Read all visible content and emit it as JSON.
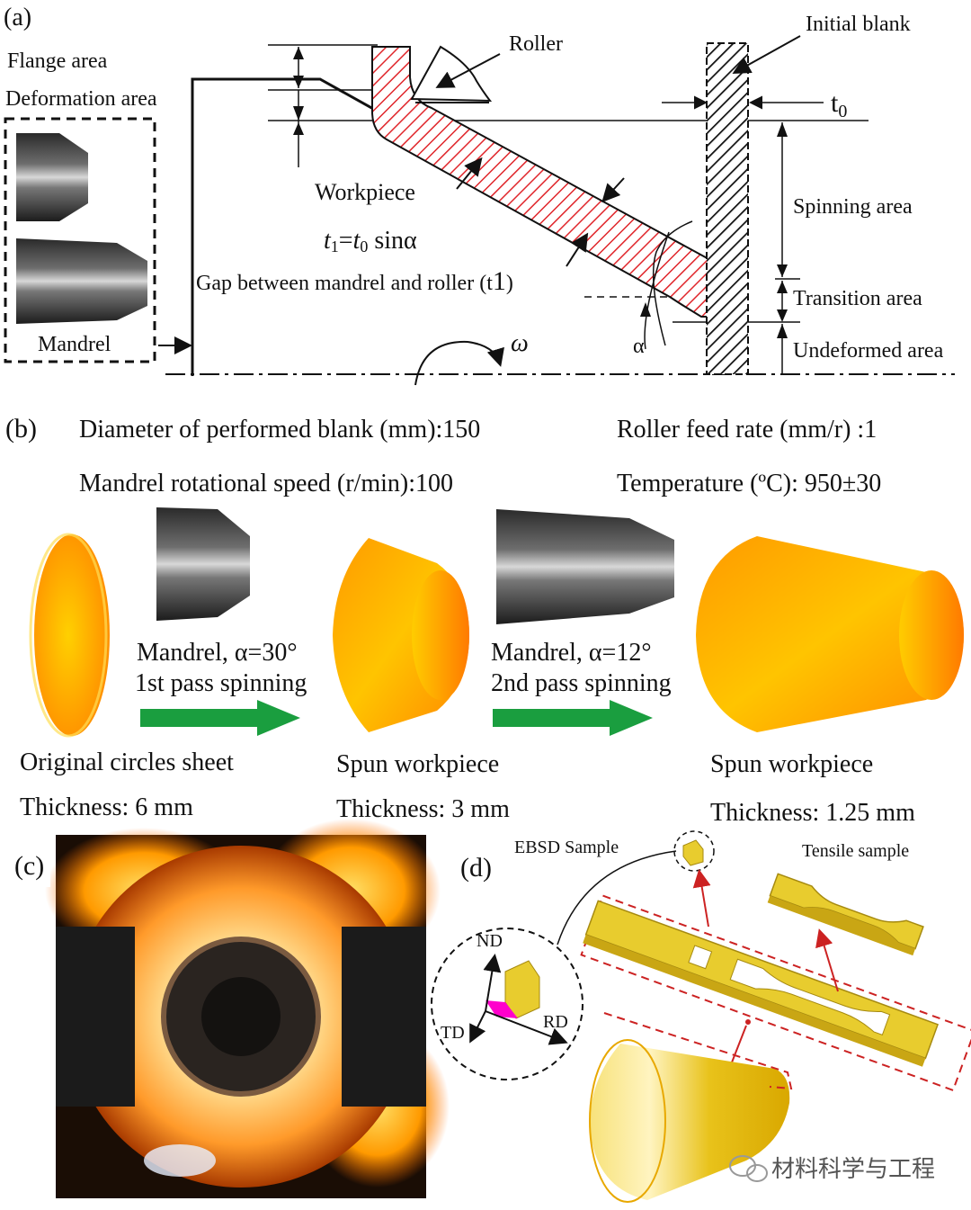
{
  "panel_a": {
    "label": "(a)",
    "flange_area": "Flange area",
    "deformation_area": "Deformation area",
    "mandrel": "Mandrel",
    "roller": "Roller",
    "initial_blank": "Initial blank",
    "t0": "t",
    "t0_sub": "0",
    "workpiece": "Workpiece",
    "formula_t": "t",
    "formula_t_sub": "1",
    "formula_eq": "=",
    "formula_t0": "t",
    "formula_t0_sub": "0",
    "formula_sin": " sinα",
    "gap_text": "Gap between mandrel and roller (t",
    "gap_sub": "1",
    "gap_close": ")",
    "spinning_area": "Spinning area",
    "transition_area": "Transition area",
    "undeformed_area": "Undeformed area",
    "omega": "ω",
    "alpha": "α"
  },
  "panel_b": {
    "label": "(b)",
    "diameter": "Diameter of performed blank (mm):150",
    "speed": "Mandrel rotational speed (r/min):100",
    "feed": "Roller feed rate (mm/r) :1",
    "temperature": "Temperature (ºC): 950±30",
    "pass1_mandrel": "Mandrel, α=30°",
    "pass1_label": "1st pass spinning",
    "pass2_mandrel": "Mandrel, α=12°",
    "pass2_label": "2nd pass spinning",
    "original_sheet": "Original circles sheet",
    "thickness_1": "Thickness: 6 mm",
    "spun_1": "Spun workpiece",
    "thickness_2": "Thickness: 3 mm",
    "spun_2": "Spun workpiece",
    "thickness_3": "Thickness: 1.25  mm"
  },
  "panel_c": {
    "label": "(c)"
  },
  "panel_d": {
    "label": "(d)",
    "ebsd": "EBSD Sample",
    "tensile": "Tensile sample",
    "nd": "ND",
    "td": "TD",
    "rd": "RD"
  },
  "watermark": {
    "text": "材料科学与工程"
  },
  "colors": {
    "hatch_red": "#e0262b",
    "arrow_green": "#1a9e3f",
    "cone_orange": "#ff9a00",
    "cone_yellow": "#ffd21a",
    "sample_yellow": "#e8cc2e",
    "dashed_red": "#cc2222",
    "ebsd_magenta": "#ff00cc"
  },
  "icons": [
    "wechat-logo-icon"
  ]
}
